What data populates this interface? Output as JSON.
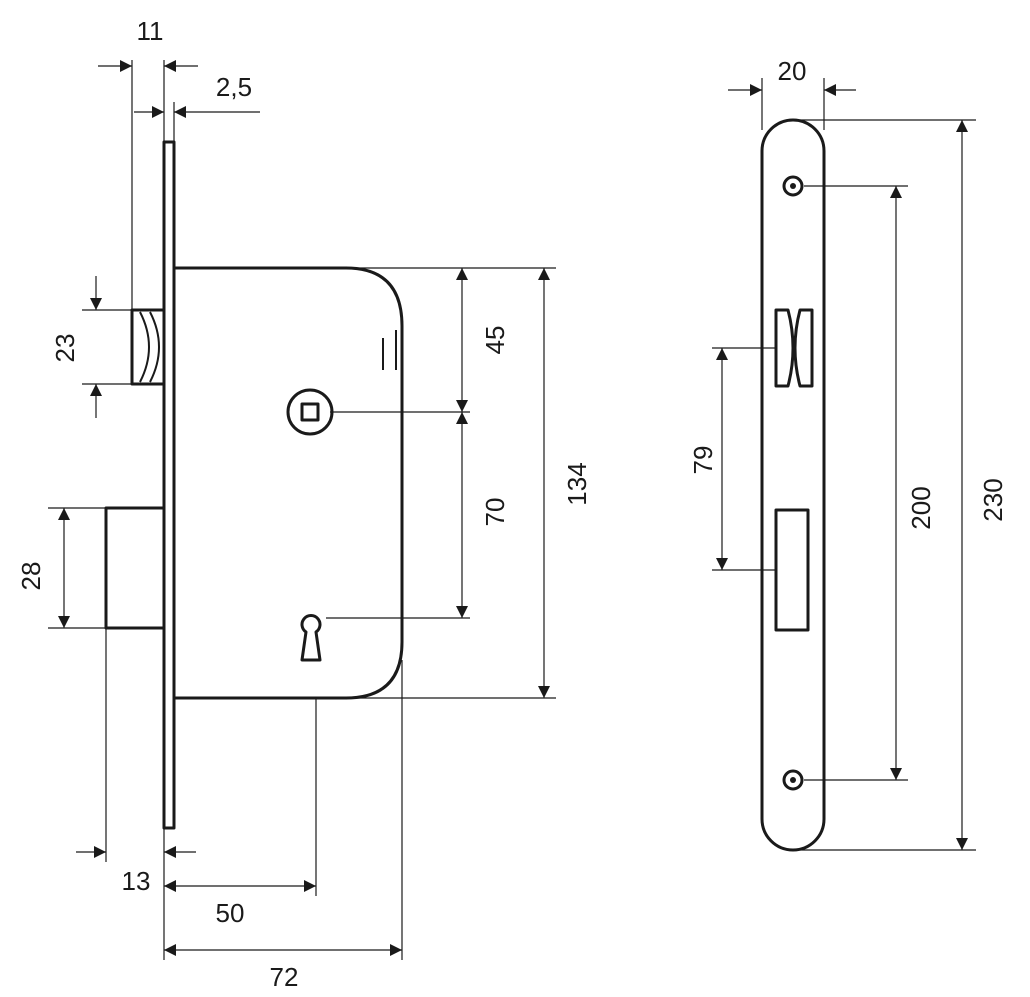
{
  "dimensions": {
    "faceplate_width_top": "11",
    "faceplate_thickness": "2,5",
    "latch_height": "23",
    "bolt_height": "28",
    "bolt_projection": "13",
    "backset": "50",
    "case_depth": "72",
    "spindle_offset": "45",
    "spindle_to_keyhole": "70",
    "case_height": "134",
    "strike_width": "20",
    "latch_to_bolt": "79",
    "screw_spacing": "200",
    "plate_length": "230"
  },
  "colors": {
    "line": "#1a1a1a",
    "background": "#ffffff"
  }
}
